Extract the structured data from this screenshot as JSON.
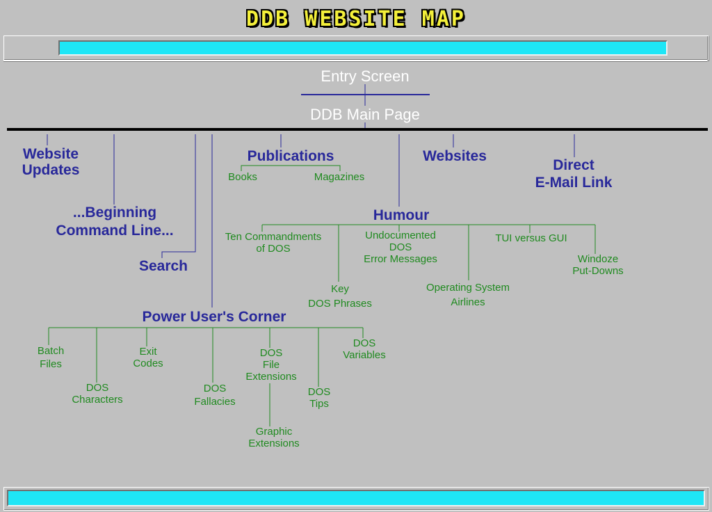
{
  "header": {
    "title": "DDB WEBSITE MAP"
  },
  "root": {
    "entry_screen": "Entry Screen",
    "main_page": "DDB Main Page"
  },
  "sections": {
    "website_updates": [
      "Website",
      "Updates"
    ],
    "beginning_cmd": [
      "...Beginning",
      "Command Line..."
    ],
    "search": "Search",
    "power_users": "Power User's Corner",
    "publications": "Publications",
    "humour": "Humour",
    "websites": "Websites",
    "direct_email": [
      "Direct",
      "E-Mail Link"
    ]
  },
  "publications_items": {
    "books": "Books",
    "magazines": "Magazines"
  },
  "humour_items": {
    "ten_commandments": [
      "Ten Commandments",
      "of DOS"
    ],
    "key_dos_phrases": [
      "Key",
      "DOS Phrases"
    ],
    "undocumented": [
      "Undocumented",
      "DOS",
      "Error Messages"
    ],
    "operating_system_airlines": [
      "Operating System",
      "Airlines"
    ],
    "tui_vs_gui": "TUI versus GUI",
    "windoze": [
      "Windoze",
      "Put-Downs"
    ]
  },
  "power_items": {
    "batch_files": [
      "Batch",
      "Files"
    ],
    "dos_characters": [
      "DOS",
      "Characters"
    ],
    "exit_codes": [
      "Exit",
      "Codes"
    ],
    "dos_fallacies": [
      "DOS",
      "Fallacies"
    ],
    "dos_file_extensions": [
      "DOS",
      "File",
      "Extensions"
    ],
    "graphic_extensions": [
      "Graphic",
      "Extensions"
    ],
    "dos_tips": [
      "DOS",
      "Tips"
    ],
    "dos_variables": [
      "DOS",
      "Variables"
    ]
  },
  "colors": {
    "accent_cyan": "#1ee6f6",
    "title_yellow": "#f4f03a",
    "section_blue": "#28289a",
    "leaf_green": "#1f8a1f",
    "background": "#c0c0c0"
  }
}
